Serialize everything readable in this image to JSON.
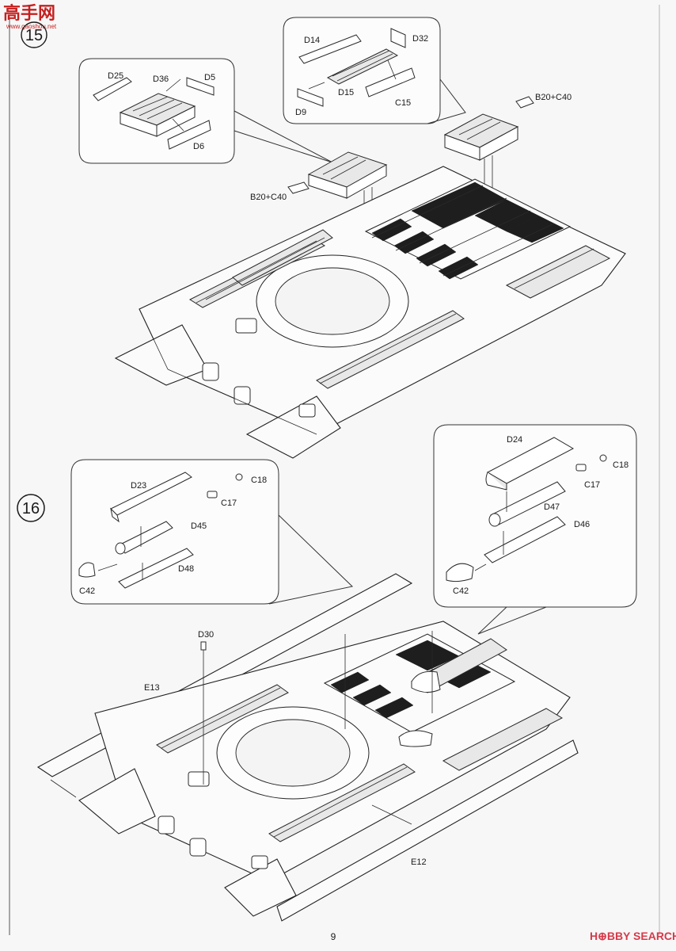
{
  "watermark": {
    "logo_text": "高手网",
    "url_text": "www.gaoshou.net"
  },
  "page_number": "9",
  "footer_brand": "H⊕BBY SEARCH",
  "step15": {
    "number": "15",
    "top_callout": [
      "D14",
      "D32",
      "D15",
      "C15",
      "D9"
    ],
    "left_callout": [
      "D25",
      "D36",
      "D5",
      "D6"
    ],
    "hull_labels": [
      "B20+C40",
      "B20+C40"
    ]
  },
  "step16": {
    "number": "16",
    "left_callout": [
      "D23",
      "C18",
      "C17",
      "D45",
      "D48",
      "C42"
    ],
    "right_callout": [
      "D24",
      "C18",
      "C17",
      "D47",
      "D46",
      "C42"
    ],
    "hull_labels": [
      "D30",
      "E13",
      "E12"
    ]
  }
}
